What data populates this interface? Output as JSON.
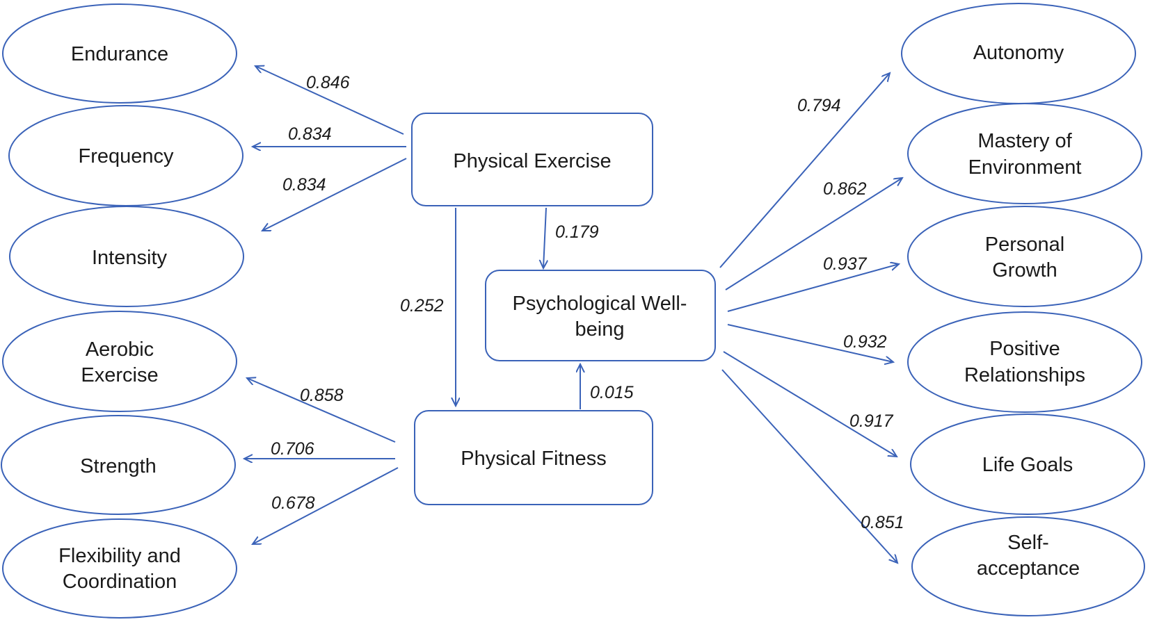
{
  "constructs": {
    "exercise": "Physical Exercise",
    "wellbeing_l1": "Psychological Well-",
    "wellbeing_l2": "being",
    "fitness": "Physical Fitness"
  },
  "indicators": {
    "endurance": "Endurance",
    "frequency": "Frequency",
    "intensity": "Intensity",
    "aerobic_l1": "Aerobic",
    "aerobic_l2": "Exercise",
    "strength": "Strength",
    "flex_l1": "Flexibility and",
    "flex_l2": "Coordination",
    "autonomy": "Autonomy",
    "mastery_l1": "Mastery of",
    "mastery_l2": "Environment",
    "growth_l1": "Personal",
    "growth_l2": "Growth",
    "relations_l1": "Positive",
    "relations_l2": "Relationships",
    "goals": "Life Goals",
    "selfacc_l1": "Self-",
    "selfacc_l2": "acceptance"
  },
  "coefficients": {
    "endurance": "0.846",
    "frequency": "0.834",
    "intensity": "0.834",
    "aerobic": "0.858",
    "strength": "0.706",
    "flexibility": "0.678",
    "autonomy": "0.794",
    "mastery": "0.862",
    "growth": "0.937",
    "relations": "0.932",
    "goals": "0.917",
    "selfacc": "0.851",
    "exercise_to_wellbeing": "0.179",
    "exercise_to_fitness": "0.252",
    "fitness_to_wellbeing": "0.015"
  },
  "colors": {
    "stroke": "#3a62b8",
    "text": "#1a1a1a"
  }
}
